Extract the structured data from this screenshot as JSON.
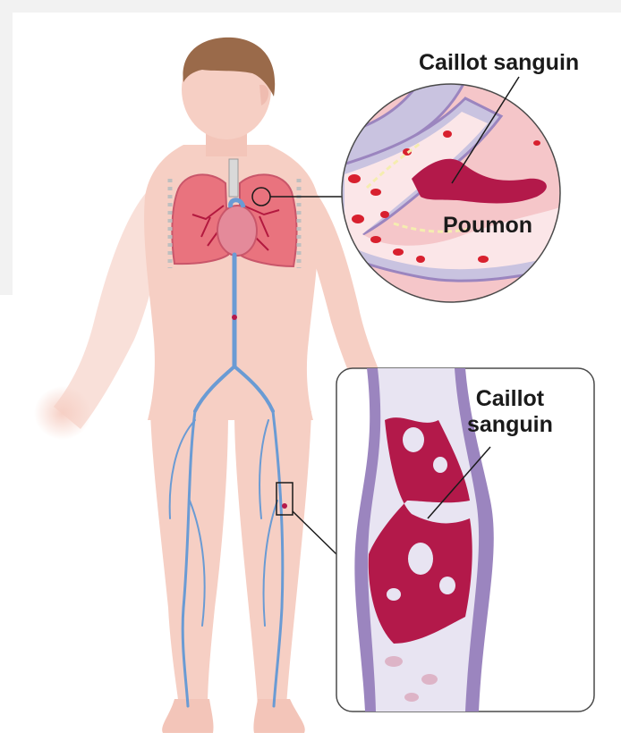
{
  "labels": {
    "clot_lung": "Caillot sanguin",
    "lung": "Poumon",
    "clot_leg_line1": "Caillot",
    "clot_leg_line2": "sanguin"
  },
  "colors": {
    "skin": "#f6cfc4",
    "skin_light": "#fae0d8",
    "hair": "#9a6a4a",
    "vein": "#6a9bd4",
    "lung": "#e9737e",
    "lung_vessel": "#b3193f",
    "clot": "#b3194a",
    "blood_cell": "#d8202e",
    "vein_wall": "#9b85bf",
    "vein_lumen": "#e8e4f2",
    "frame_stroke": "#4a4a4a",
    "panel_bg": "#f2f2f2"
  }
}
